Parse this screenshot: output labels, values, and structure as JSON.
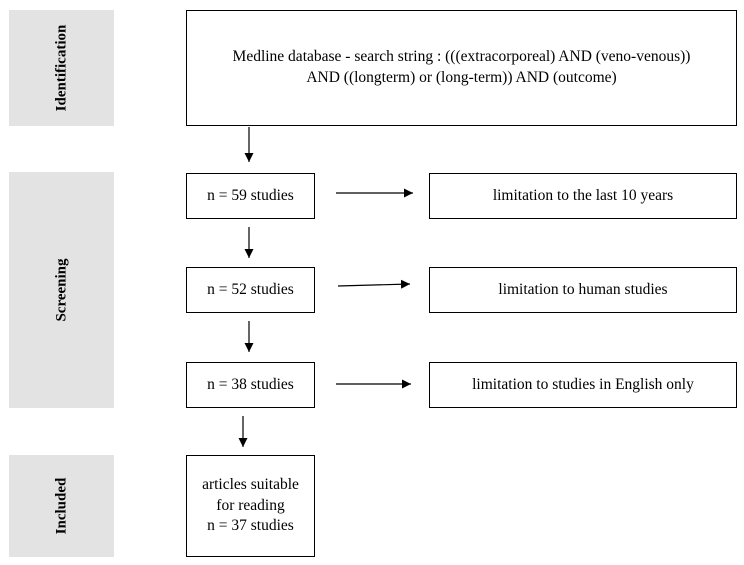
{
  "phases": {
    "identification": "Identification",
    "screening": "Screening",
    "included": "Included"
  },
  "boxes": {
    "search_line1": "Medline database - search string : (((extracorporeal) AND (veno-venous))",
    "search_line2": "AND ((longterm) or (long-term)) AND (outcome)",
    "n59": "n = 59 studies",
    "limit_years": "limitation to the last 10 years",
    "n52": "n = 52 studies",
    "limit_human": "limitation to human studies",
    "n38": "n = 38 studies",
    "limit_english": "limitation to studies in English only",
    "included_line1": "articles suitable",
    "included_line2": "for reading",
    "included_line3": "n = 37 studies"
  },
  "colors": {
    "phase_background": "#e3e3e3",
    "stroke": "#000000"
  }
}
